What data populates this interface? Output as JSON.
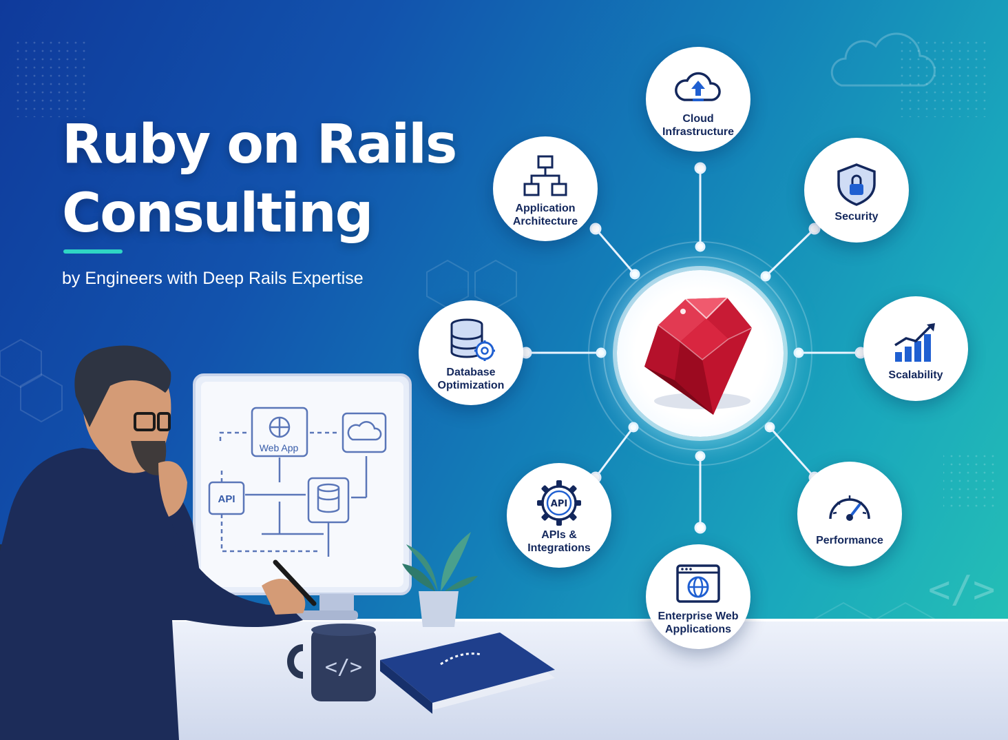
{
  "header": {
    "title_line1": "Ruby on Rails",
    "title_line2": "Consulting",
    "subtitle": "by Engineers with Deep Rails Expertise"
  },
  "services": [
    {
      "label": "Cloud\nInfrastructure",
      "icon": "cloud-upload-icon"
    },
    {
      "label": "Security",
      "icon": "shield-lock-icon"
    },
    {
      "label": "Scalability",
      "icon": "growth-chart-icon"
    },
    {
      "label": "Performance",
      "icon": "speedometer-icon"
    },
    {
      "label": "Enterprise Web\nApplications",
      "icon": "browser-globe-icon"
    },
    {
      "label": "APIs &\nIntegrations",
      "icon": "api-gear-icon"
    },
    {
      "label": "Database\nOptimization",
      "icon": "database-gear-icon"
    },
    {
      "label": "Application\nArchitecture",
      "icon": "hierarchy-icon"
    }
  ],
  "center": {
    "icon": "ruby-gem-icon"
  },
  "whiteboard": {
    "web_app_label": "Web App",
    "api_label": "API"
  },
  "colors": {
    "accent_teal": "#2fd6c4",
    "ruby_red": "#c8102e",
    "icon_navy": "#13275c",
    "icon_blue": "#1f5fd1"
  }
}
